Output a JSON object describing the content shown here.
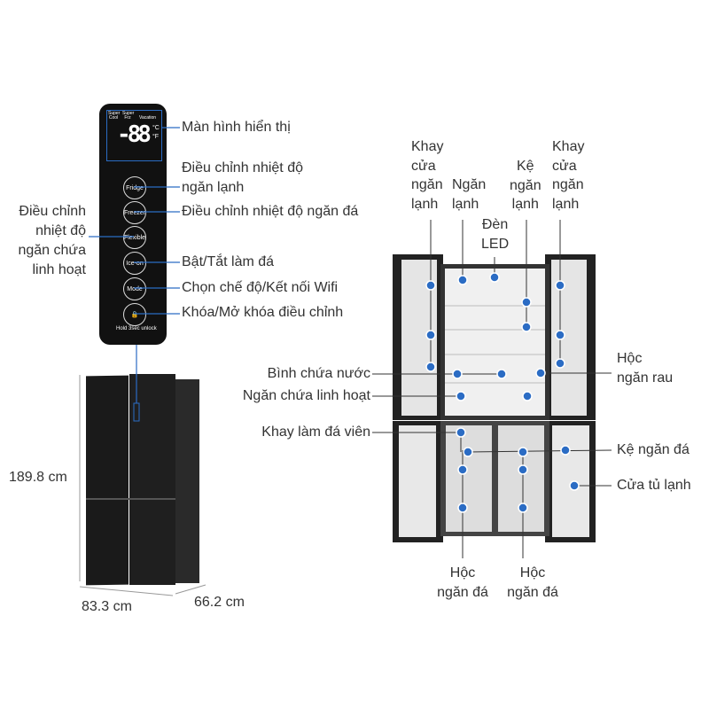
{
  "control_panel": {
    "display_labels": [
      "Super Cool",
      "Super Frz",
      "Vacation"
    ],
    "display_digits": "-88",
    "display_units": [
      "°C",
      "°F"
    ],
    "buttons": [
      "Fridge",
      "Freezer",
      "Flexible",
      "Ice-on",
      "Mode",
      "🔒"
    ],
    "hold_text": "Hold 3sec unlock"
  },
  "panel_labels": {
    "display": "Màn hình hiển thị",
    "fridge": [
      "Điều chỉnh nhiệt độ",
      "ngăn lạnh"
    ],
    "freezer": "Điều chỉnh nhiệt độ ngăn đá",
    "flexible": [
      "Điều chỉnh",
      "nhiệt độ",
      "ngăn chứa",
      "linh hoạt"
    ],
    "ice": "Bật/Tắt làm đá",
    "mode": "Chọn chế độ/Kết nối Wifi",
    "lock": "Khóa/Mở khóa điều chỉnh"
  },
  "dimensions": {
    "height": "189.8 cm",
    "width": "83.3 cm",
    "depth": "66.2 cm"
  },
  "interior_labels": {
    "door_tray_left": [
      "Khay",
      "cửa",
      "ngăn",
      "lạnh"
    ],
    "fridge_compartment": [
      "Ngăn",
      "lạnh"
    ],
    "shelf": [
      "Kệ",
      "ngăn",
      "lạnh"
    ],
    "door_tray_right": [
      "Khay",
      "cửa",
      "ngăn",
      "lạnh"
    ],
    "led": [
      "Đèn",
      "LED"
    ],
    "water_tank": "Bình chứa nước",
    "flex_compartment": "Ngăn chứa linh hoạt",
    "crisper": [
      "Hộc",
      "ngăn rau"
    ],
    "ice_tray": "Khay làm đá viên",
    "freezer_shelf": "Kệ ngăn đá",
    "fridge_door": "Cửa tủ lạnh",
    "freezer_drawer_left": [
      "Hộc",
      "ngăn đá"
    ],
    "freezer_drawer_right": [
      "Hộc",
      "ngăn đá"
    ]
  },
  "colors": {
    "accent": "#2b6cc4",
    "body": "#1a1a1a"
  }
}
